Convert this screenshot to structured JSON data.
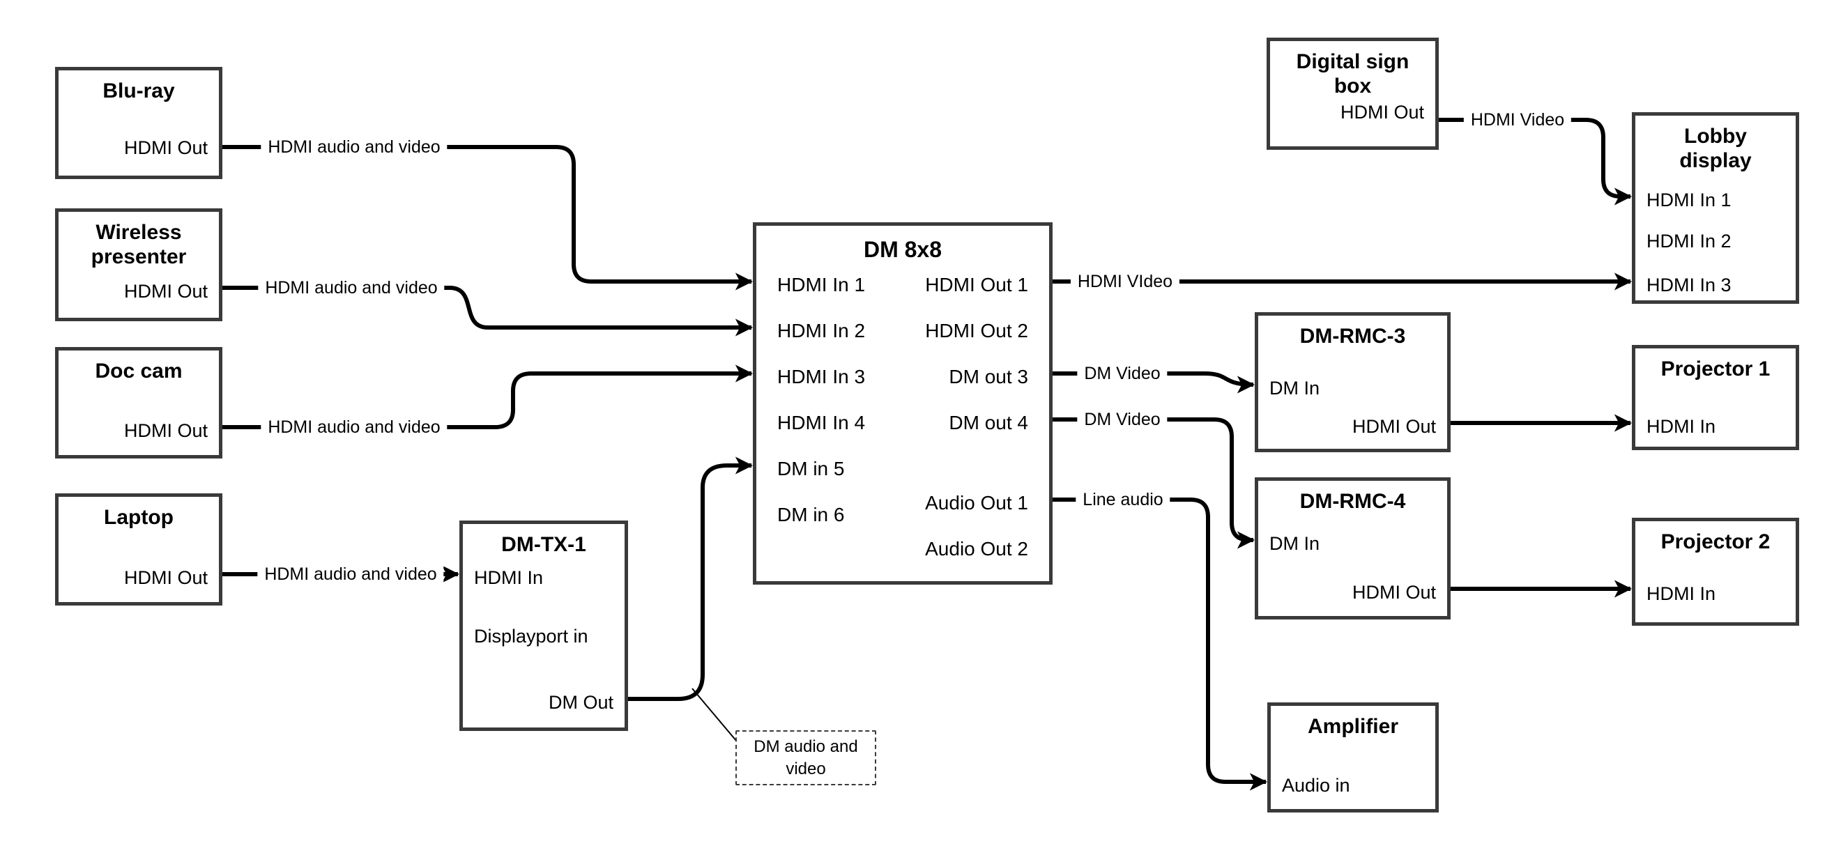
{
  "nodes": {
    "bluray": {
      "title": "Blu-ray",
      "ports": [
        "HDMI Out"
      ]
    },
    "wireless": {
      "title": "Wireless presenter",
      "ports": [
        "HDMI Out"
      ]
    },
    "doccam": {
      "title": "Doc cam",
      "ports": [
        "HDMI Out"
      ]
    },
    "laptop": {
      "title": "Laptop",
      "ports": [
        "HDMI Out"
      ]
    },
    "dmtx1": {
      "title": "DM-TX-1",
      "ports": [
        "HDMI In",
        "Displayport in",
        "DM Out"
      ]
    },
    "dm8x8": {
      "title": "DM 8x8",
      "inputs": [
        "HDMI In 1",
        "HDMI In 2",
        "HDMI In 3",
        "HDMI In 4",
        "DM in 5",
        "DM in 6"
      ],
      "outputs": [
        "HDMI Out 1",
        "HDMI Out 2",
        "DM out 3",
        "DM out 4",
        "Audio Out 1",
        "Audio Out 2"
      ]
    },
    "digitalsign": {
      "title": "Digital sign box",
      "ports": [
        "HDMI Out"
      ]
    },
    "lobby": {
      "title": "Lobby display",
      "inputs": [
        "HDMI In 1",
        "HDMI In 2",
        "HDMI In 3"
      ]
    },
    "dmrmc3": {
      "title": "DM-RMC-3",
      "ports": [
        "DM In",
        "HDMI Out"
      ]
    },
    "projector1": {
      "title": "Projector 1",
      "ports": [
        "HDMI In"
      ]
    },
    "dmrmc4": {
      "title": "DM-RMC-4",
      "ports": [
        "DM In",
        "HDMI Out"
      ]
    },
    "projector2": {
      "title": "Projector 2",
      "ports": [
        "HDMI In"
      ]
    },
    "amplifier": {
      "title": "Amplifier",
      "ports": [
        "Audio in"
      ]
    }
  },
  "edge_labels": {
    "bluray_dm": "HDMI audio and video",
    "wireless_dm": "HDMI audio and video",
    "doccam_dm": "HDMI audio and video",
    "laptop_tx": "HDMI audio and video",
    "sign_lobby": "HDMI Video",
    "dm_lobby": "HDMI VIdeo",
    "dm_rmc3": "DM Video",
    "dm_rmc4": "DM Video",
    "dm_amp": "Line audio"
  },
  "callout": {
    "text": "DM audio and video"
  },
  "colors": {
    "wire": "#000000",
    "box_border": "#3a3a3a",
    "background": "#ffffff"
  }
}
